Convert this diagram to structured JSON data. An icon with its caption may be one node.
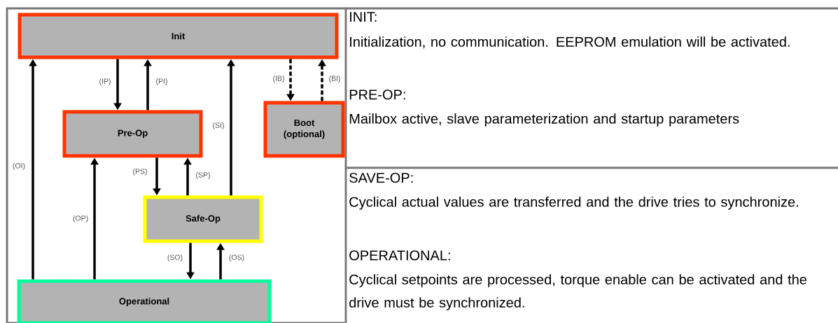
{
  "diagram": {
    "nodes": [
      {
        "text": [
          "Init"
        ]
      },
      {
        "text": [
          "Pre-Op"
        ]
      },
      {
        "text": [
          "Boot (optional)"
        ]
      },
      {
        "text": [
          "Safe-Op"
        ]
      },
      {
        "text": [
          "Operational"
        ]
      }
    ],
    "edges": [
      {
        "from": 0,
        "to": 1,
        "arrow": "to",
        "label": "(IP)"
      },
      {
        "from": 1,
        "to": 0,
        "arrow": "to",
        "label": "(PI)"
      },
      {
        "from": 0,
        "to": 2,
        "arrow": "to",
        "label": "(IB)",
        "style": "dashed"
      },
      {
        "from": 2,
        "to": 0,
        "arrow": "to",
        "label": "(BI)",
        "style": "dashed"
      },
      {
        "from": 1,
        "to": 3,
        "arrow": "to",
        "label": "(PS)"
      },
      {
        "from": 3,
        "to": 1,
        "arrow": "to",
        "label": "(SP)"
      },
      {
        "from": 3,
        "to": 0,
        "arrow": "to",
        "label": "(SI)"
      },
      {
        "from": 3,
        "to": 4,
        "arrow": "to",
        "label": "(SO)"
      },
      {
        "from": 4,
        "to": 3,
        "arrow": "to",
        "label": "(OS)"
      },
      {
        "from": 4,
        "to": 1,
        "arrow": "to",
        "label": "(OP)"
      },
      {
        "from": 4,
        "to": 0,
        "arrow": "to",
        "label": "(OI)"
      }
    ],
    "labels": [
      "INIT:",
      "Initialization, no communication. EEPROM emulation will be activated.",
      "PRE-OP:",
      "Mailbox active, slave parameterization and startup parameters",
      "SAVE-OP:",
      "Cyclical actual values are transferred and the drive tries to synchronize.",
      "OPERATIONAL:",
      "Cyclical setpoints are processed, torque enable can be activated and the drive must be synchronized."
    ]
  }
}
